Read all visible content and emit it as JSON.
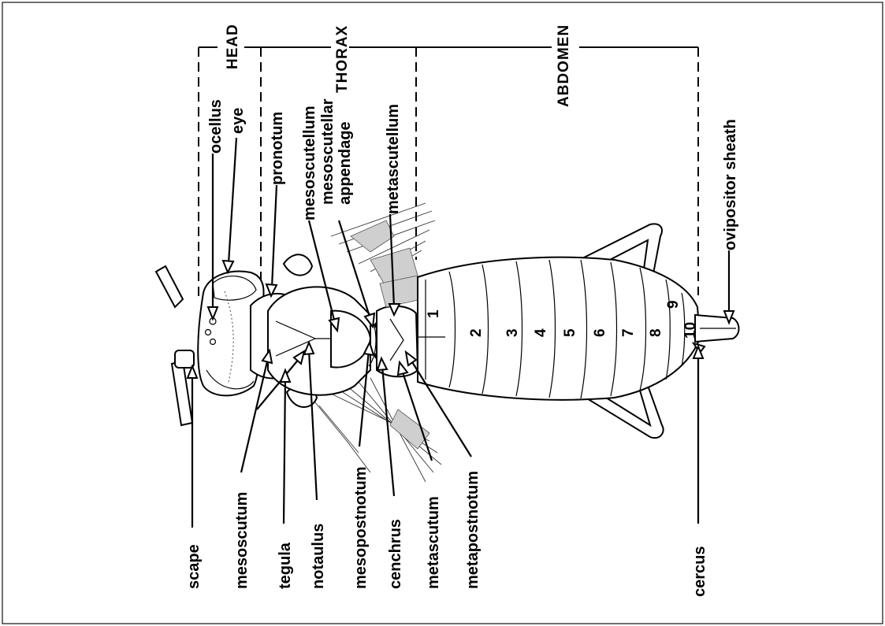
{
  "sections": {
    "head": "HEAD",
    "thorax": "THORAX",
    "abdomen": "ABDOMEN"
  },
  "labels": {
    "ocellus": "ocellus",
    "eye": "eye",
    "pronotum": "pronotum",
    "mesoscutellum": "mesoscutellum",
    "mesoscutellar_appendage_line1": "mesoscutellar",
    "mesoscutellar_appendage_line2": "appendage",
    "metascutellum": "metascutellum",
    "ovipositor_sheath": "ovipositor sheath",
    "scape": "scape",
    "mesoscutum": "mesoscutum",
    "tegula": "tegula",
    "notaulus": "notaulus",
    "mesopostnotum": "mesopostnotum",
    "cenchrus": "cenchrus",
    "metascutum": "metascutum",
    "metapostnotum": "metapostnotum",
    "cercus": "cercus"
  },
  "segments": [
    "1",
    "2",
    "3",
    "4",
    "5",
    "6",
    "7",
    "8",
    "9",
    "10"
  ]
}
